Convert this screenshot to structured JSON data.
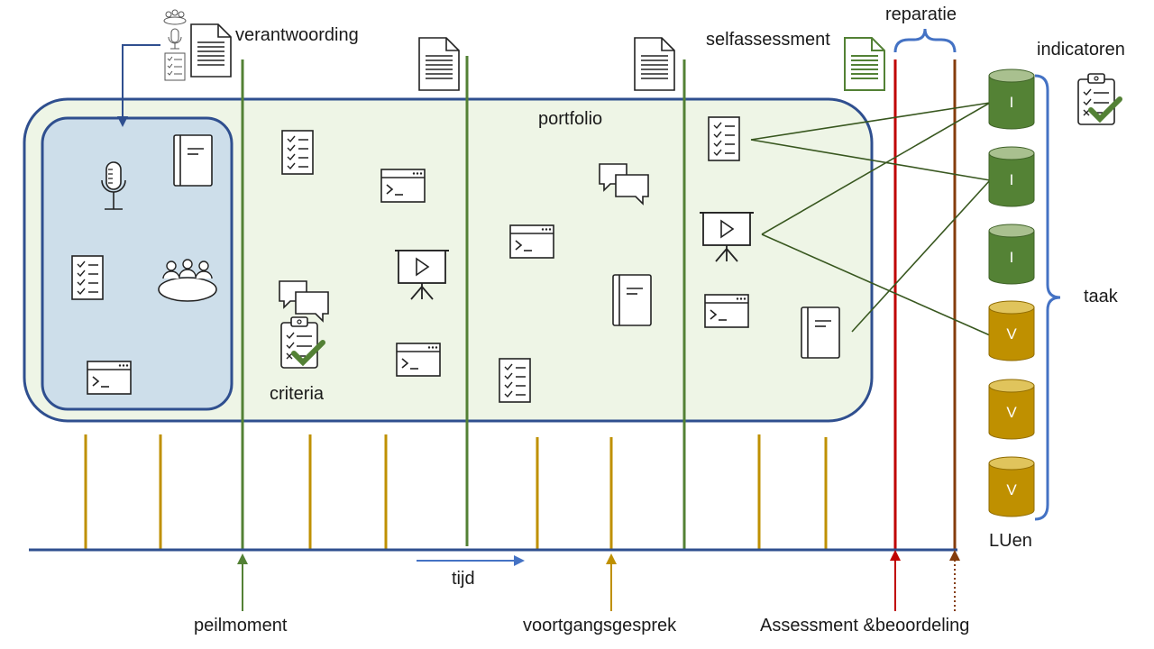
{
  "labels": {
    "verantwoording": "verantwoording",
    "portfolio": "portfolio",
    "selfassessment": "selfassessment",
    "reparatie": "reparatie",
    "indicatoren": "indicatoren",
    "criteria": "criteria",
    "taak": "taak",
    "luen": "LUen",
    "tijd": "tijd",
    "peilmoment": "peilmoment",
    "voortgangsgesprek": "voortgangsgesprek",
    "assessment": "Assessment &beoordeling"
  },
  "cylinders": [
    {
      "letter": "I",
      "kind": "green"
    },
    {
      "letter": "I",
      "kind": "green"
    },
    {
      "letter": "I",
      "kind": "green"
    },
    {
      "letter": "V",
      "kind": "gold"
    },
    {
      "letter": "V",
      "kind": "gold"
    },
    {
      "letter": "V",
      "kind": "gold"
    }
  ],
  "colors": {
    "navy": "#2f4f8f",
    "green": "#538135",
    "gold": "#bf9000",
    "red": "#c00000",
    "brown": "#843c0c",
    "portfolio_fill": "#eef5e6",
    "inner_fill": "#cddeea",
    "arrow_blue": "#4472c4"
  }
}
